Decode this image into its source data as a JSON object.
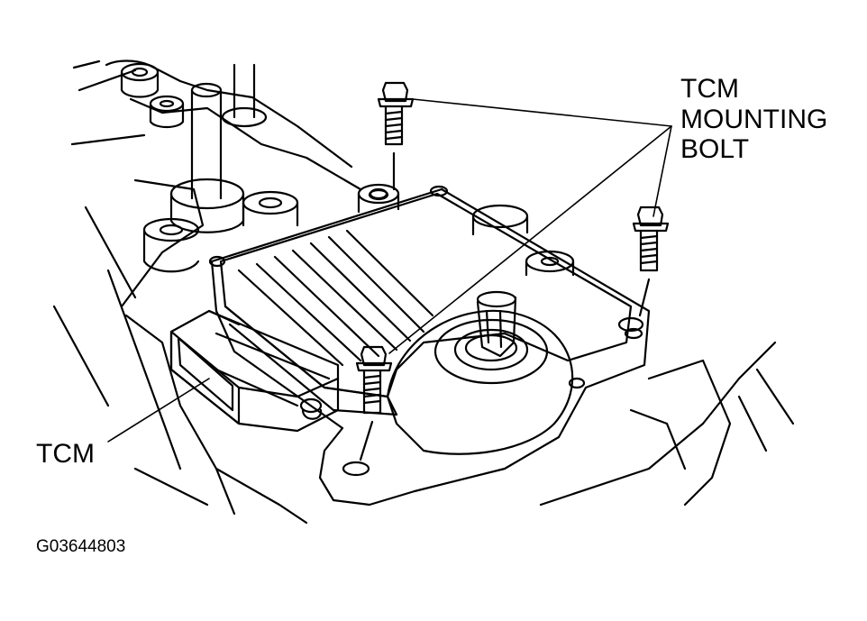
{
  "labels": {
    "bolt_line1": "TCM",
    "bolt_line2": "MOUNTING",
    "bolt_line3": "BOLT",
    "tcm": "TCM",
    "figure_id": "G03644803"
  },
  "colors": {
    "ink": "#000000",
    "paper": "#ffffff"
  }
}
